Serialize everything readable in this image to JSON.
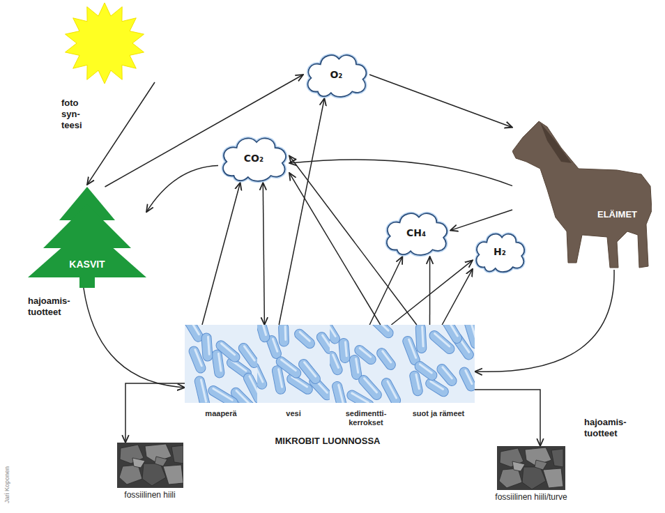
{
  "diagram": {
    "nodes": [
      {
        "text": [
          "O₂"
        ]
      },
      {
        "text": [
          "CO₂"
        ]
      },
      {
        "text": [
          "KASVIT"
        ]
      },
      {
        "text": [
          "CH₄"
        ]
      },
      {
        "text": [
          "ELÄIMET"
        ]
      },
      {
        "text": [
          "H₂"
        ]
      },
      {
        "text": [
          "maaperä"
        ]
      },
      {
        "text": [
          "vesi"
        ]
      },
      {
        "text": [
          "sedimentti- kerrokset"
        ]
      },
      {
        "text": [
          "suot ja rämeet"
        ]
      },
      {
        "text": [
          "fossiilinen hiili"
        ]
      },
      {
        "text": [
          "fossiilinen hiili/turve"
        ]
      }
    ],
    "edges": [
      {
        "from": 2,
        "to": 0,
        "arrow": "to"
      },
      {
        "from": 0,
        "to": 4,
        "arrow": "to"
      },
      {
        "from": 1,
        "to": 2,
        "arrow": "to"
      },
      {
        "from": 4,
        "to": 1,
        "arrow": "to"
      },
      {
        "from": 2,
        "to": 6,
        "arrow": "to",
        "label": "hajoamis- tuotteet"
      },
      {
        "from": 4,
        "to": 9,
        "arrow": "to",
        "label": "hajoamis- tuotteet"
      },
      {
        "from": 6,
        "to": 1,
        "arrow": "to"
      },
      {
        "from": 7,
        "to": 1,
        "arrow": "both"
      },
      {
        "from": 7,
        "to": 0,
        "arrow": "to"
      },
      {
        "from": 8,
        "to": 1,
        "arrow": "to"
      },
      {
        "from": 8,
        "to": 3,
        "arrow": "to"
      },
      {
        "from": 8,
        "to": 5,
        "arrow": "to"
      },
      {
        "from": 9,
        "to": 1,
        "arrow": "to"
      },
      {
        "from": 9,
        "to": 3,
        "arrow": "to"
      },
      {
        "from": 9,
        "to": 5,
        "arrow": "to"
      },
      {
        "from": 4,
        "to": 3,
        "arrow": "to"
      },
      {
        "from": 6,
        "to": 10,
        "arrow": "to"
      },
      {
        "from": 9,
        "to": 11,
        "arrow": "to"
      }
    ],
    "labels": [
      "foto syn- teesi",
      "MIKROBIT LUONNOSSA",
      "Jari Koponen"
    ]
  }
}
